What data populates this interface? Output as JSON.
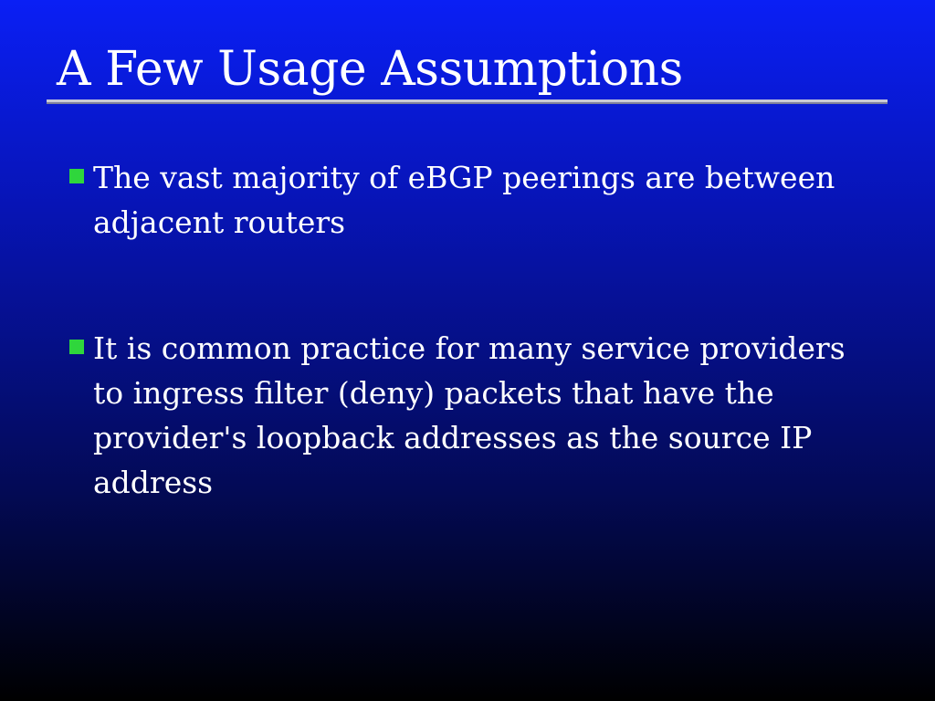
{
  "slide": {
    "title": "A Few Usage Assumptions",
    "bullets": [
      {
        "text": "The vast majority of eBGP peerings are between adjacent routers"
      },
      {
        "text": "It is common practice for many service providers to ingress filter (deny) packets that have the provider's loopback addresses as the source IP address"
      }
    ]
  },
  "colors": {
    "background_top": "#0a1ff5",
    "background_bottom": "#000000",
    "text": "#ffffff",
    "bullet_marker": "#2fd63c",
    "title_rule": "#c9cad6"
  },
  "icons": {
    "bullet_marker": "green-square-bullet-icon"
  }
}
